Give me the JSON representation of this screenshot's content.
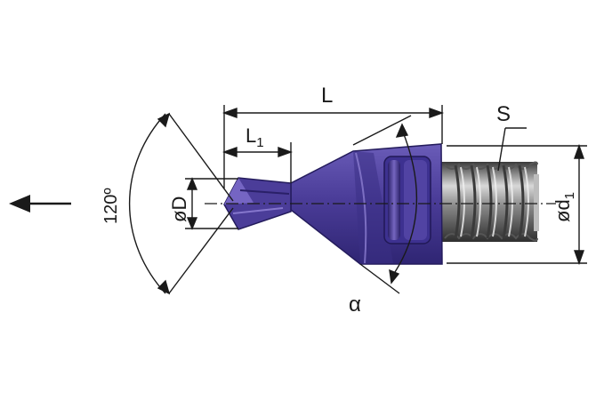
{
  "labels": {
    "length_total": "L",
    "length_tip": "L",
    "length_tip_sub": "1",
    "diameter_tip": "øD",
    "diameter_shank": "ød",
    "diameter_shank_sub": "1",
    "thread": "S",
    "point_angle": "120º",
    "taper_angle": "α"
  },
  "colors": {
    "body": "#4b3d99",
    "body_dark": "#2a2068",
    "body_light": "#7a6bc4",
    "lines": "#1a1a1a"
  }
}
